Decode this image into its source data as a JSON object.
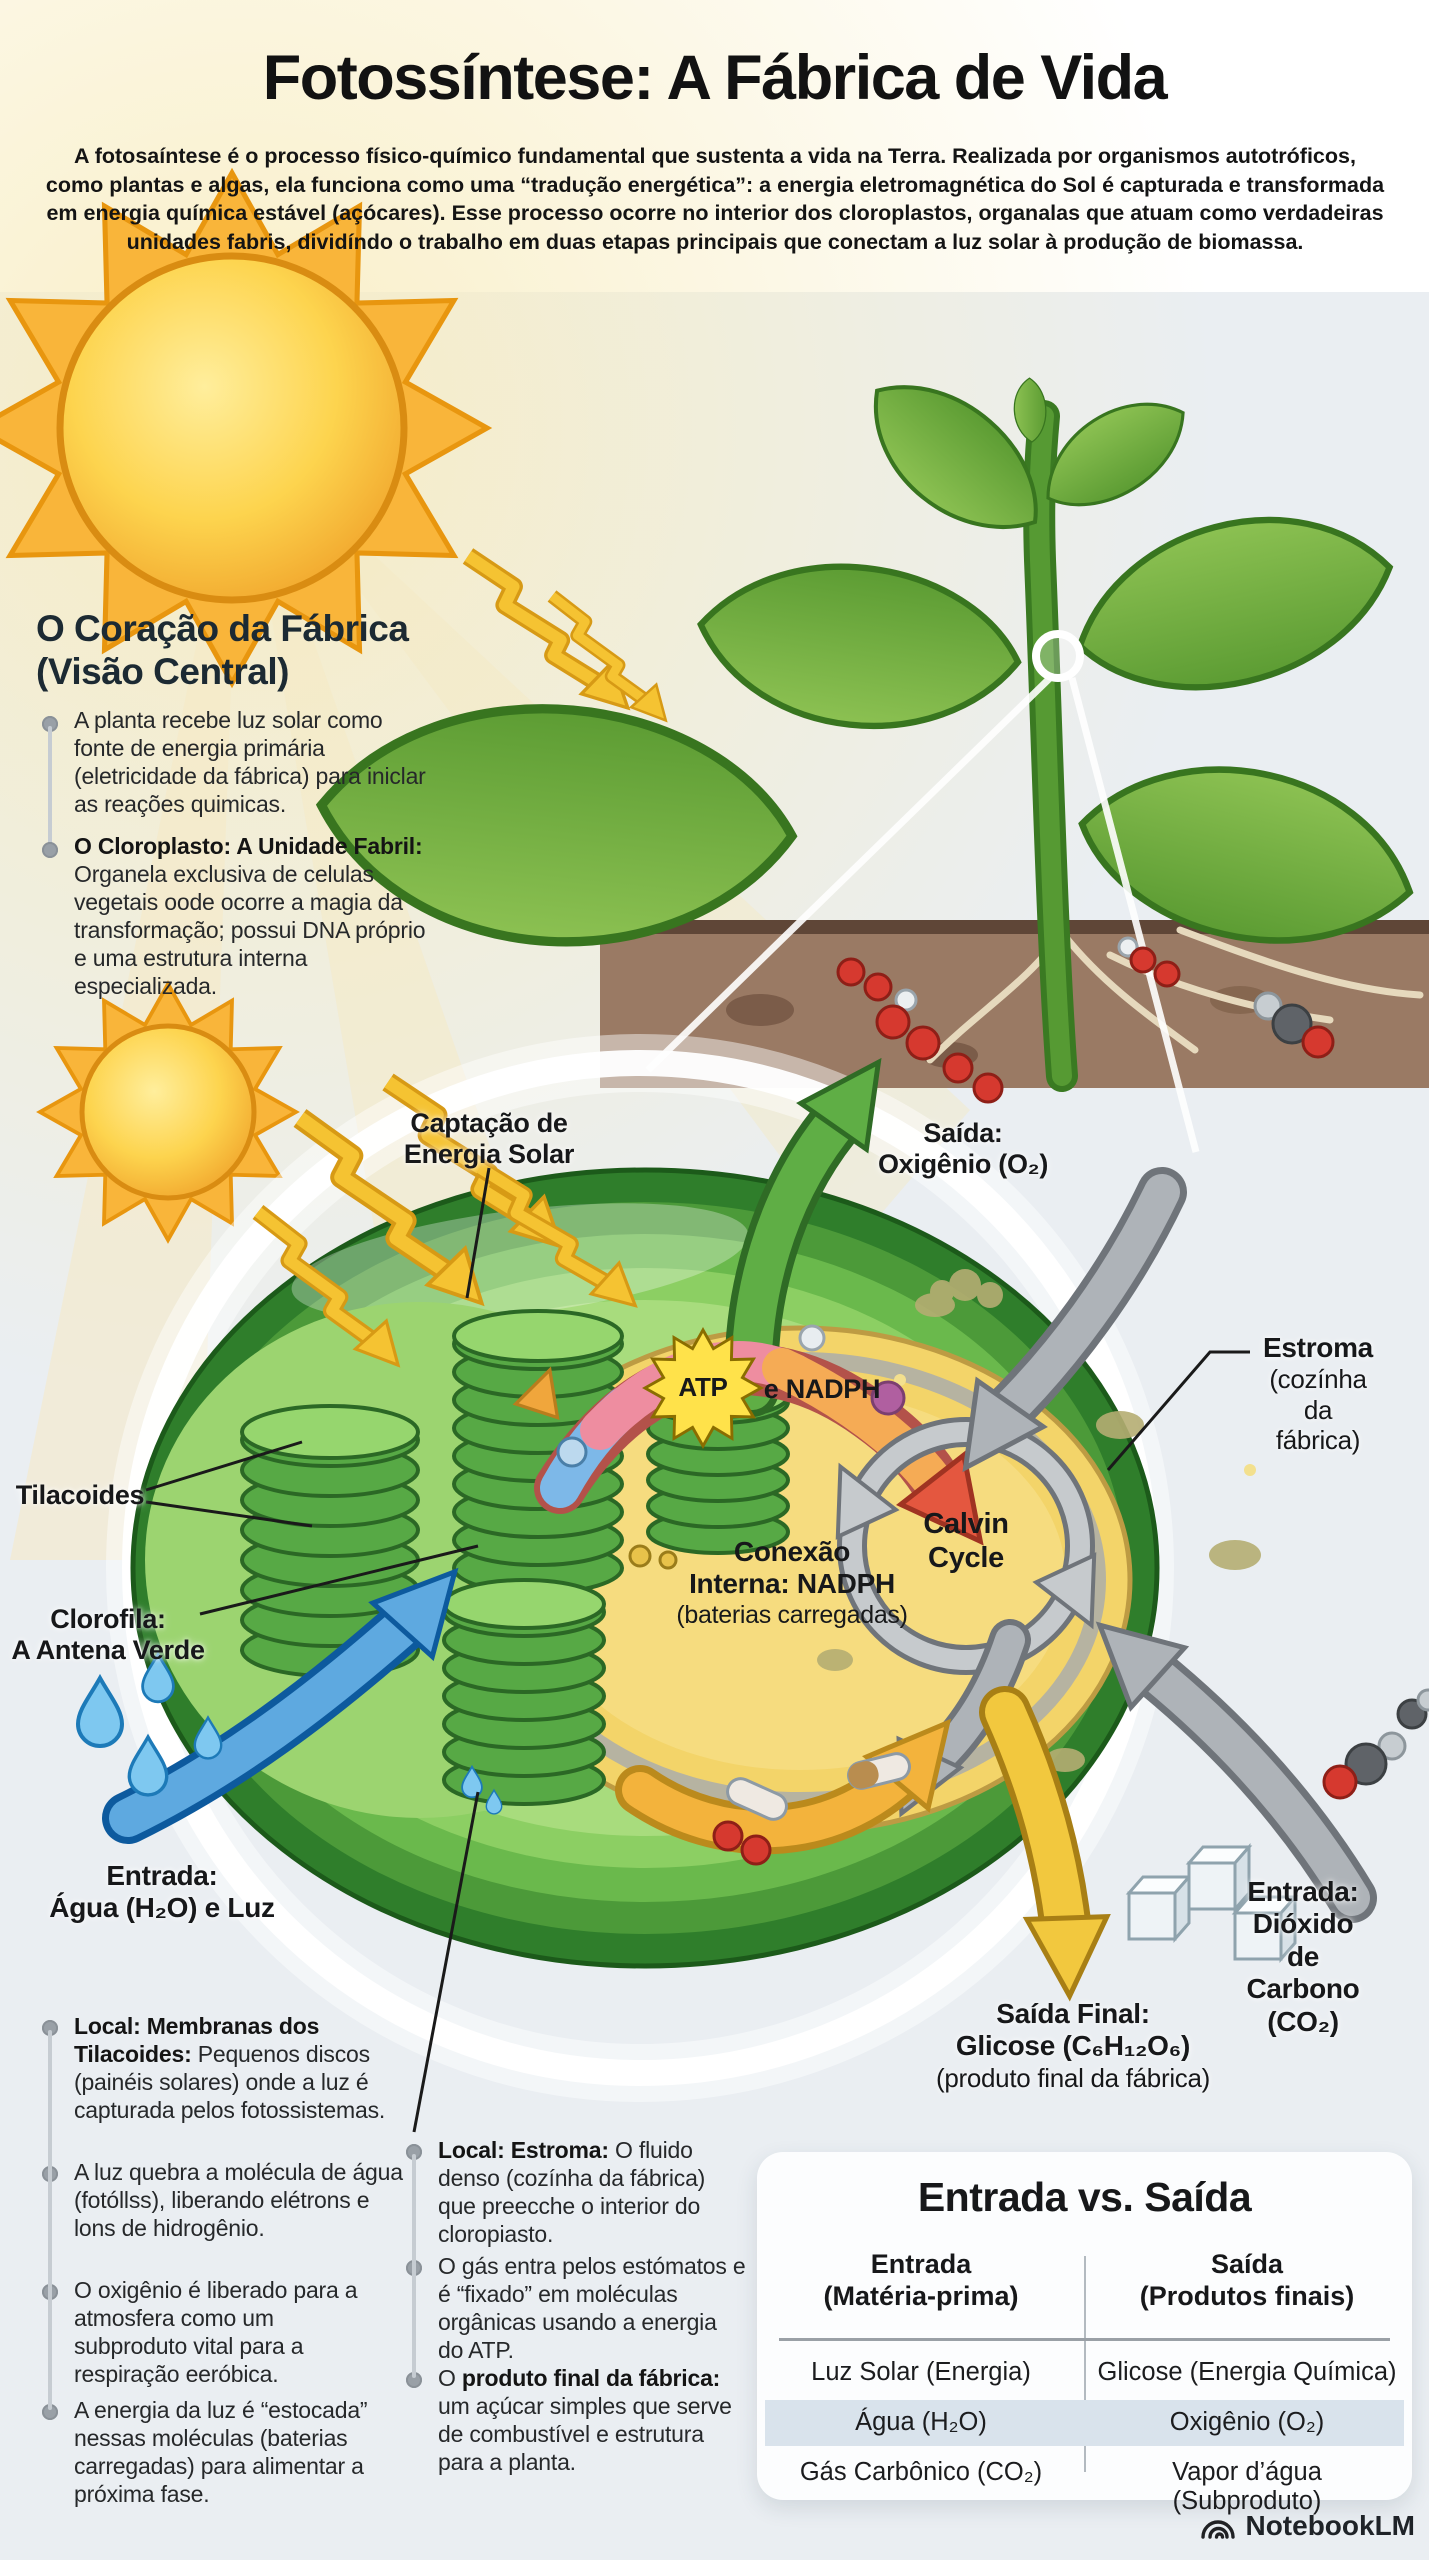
{
  "header": {
    "title": "Fotossíntese: A Fábrica de Vida",
    "intro": "A fotosaíntese é o processo físico-químico fundamental que sustenta a vida na Terra. Realizada por organismos autotróficos, como plantas e algas, ela funciona como uma “tradução energética”: a energia eletromagnética do Sol é capturada e transformada em energia química estável (açócares). Esse processo ocorre no interior dos cloroplastos, organalas que atuam como verdadeiras unidades fabris, dividíndo o trabalho em duas etapas principais que conectam a luz solar à produção de biomassa."
  },
  "heart_section": {
    "heading_line1": "O Coração da Fábrica",
    "heading_line2": "(Visão Central)",
    "bullet1": "A planta recebe luz solar como fonte de energia primária (eletricidade da fábrica) para iniclar as reações quimicas.",
    "bullet2_strong": "O Cloroplasto: A Unidade Fabril: ",
    "bullet2_text": "Organela exclusiva de celulas vegetais oode ocorre a magia da transformação; possui DNA próprio e uma estrutura interna especializada."
  },
  "diagram_labels": {
    "captacao_l1": "Captação de",
    "captacao_l2": "Energia Solar",
    "saida_o2_l1": "Saída:",
    "saida_o2_l2": "Oxigênio (O₂)",
    "estroma_l1": "Estroma",
    "estroma_l2": "(cozínha da fábrica)",
    "tilacoides": "Tilacoides",
    "clorofila_l1": "Clorofila:",
    "clorofila_l2": "A Antena Verde",
    "atp": "ATP",
    "e_nadph": "e NADPH",
    "conexao_l1": "Conexão",
    "conexao_l2": "Interna: NADPH",
    "conexao_l3": "(baterias carregadas)",
    "calvin_l1": "Calvin",
    "calvin_l2": "Cycle",
    "entrada_agua_l1": "Entrada:",
    "entrada_agua_l2": "Água (H₂O) e Luz",
    "entrada_co2_l1": "Entrada:",
    "entrada_co2_l2": "Dióxido de",
    "entrada_co2_l3": "Carbono (CO₂)",
    "saida_final_l1": "Saída Final:",
    "saida_final_l2": "Glicose (C₆H₁₂O₆)",
    "saida_final_l3": "(produto final da fábrica)"
  },
  "left_list": {
    "item1_strong": "Local: Membranas dos Tilacoides: ",
    "item1_text": "Pequenos discos (painéis solares) onde a luz é capturada pelos fotossistemas.",
    "item2": "A luz quebra a molécula de água (fotóllss), liberando elétrons e lons de hidrogênio.",
    "item3": "O oxigênio é liberado para a atmosfera como um subproduto vital para a respiração eeróbica.",
    "item4": "A energia da luz é “estocada” nessas moléculas (baterias carregadas) para alimentar a próxima fase."
  },
  "middle_list": {
    "item1_strong": "Local: Estroma: ",
    "item1_text": "O fluido denso (cozínha da fábrica) que preecche o interior do cloropiasto.",
    "item2": "O gás entra pelos estómatos e é “fixado” em moléculas orgânicas usando a energia do ATP.",
    "item3_pre": "O ",
    "item3_strong": "produto final da fábrica: ",
    "item3_text": "um açúcar simples que serve de combustível e estrutura para a planta."
  },
  "table": {
    "title": "Entrada vs. Saída",
    "col1_header_l1": "Entrada",
    "col1_header_l2": "(Matéria-prima)",
    "col2_header_l1": "Saída",
    "col2_header_l2": "(Produtos finais)",
    "rows": [
      {
        "in": "Luz Solar (Energia)",
        "out": "Glicose (Energia Química)"
      },
      {
        "in": "Água (H₂O)",
        "out": "Oxigênio (O₂)"
      },
      {
        "in": "Gás Carbônico (CO₂)",
        "out": "Vapor d’água (Subproduto)"
      }
    ]
  },
  "footer": {
    "brand": "NotebookLM"
  },
  "palette": {
    "background": "#eaeef2",
    "sun_yellow": "#f9b53a",
    "leaf_green": "#6fae3e",
    "chloroplast_dark_green": "#2f7e2b",
    "stroma_yellow": "#f3d469",
    "arrow_gray": "#aeb3b8",
    "arrow_blue": "#5ea9e0",
    "arrow_yellow": "#f2c83e",
    "atp_arch_pink": "#ee8da0",
    "table_highlight_row": "#d9e3ec"
  }
}
